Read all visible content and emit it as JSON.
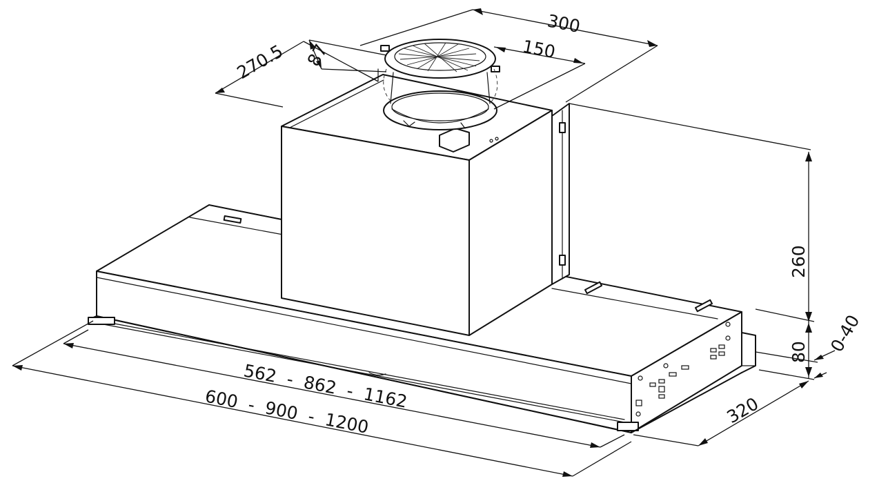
{
  "dimensions": {
    "top_width": "300",
    "depth_270": "270.5",
    "offset_87": "87",
    "duct_diameter": "150",
    "box_height": "260",
    "body_height": "80",
    "adjust": "0-40",
    "body_depth": "320",
    "inner_widths": "562  -  862  -  1162",
    "outer_widths": "600  -  900  -  1200"
  }
}
